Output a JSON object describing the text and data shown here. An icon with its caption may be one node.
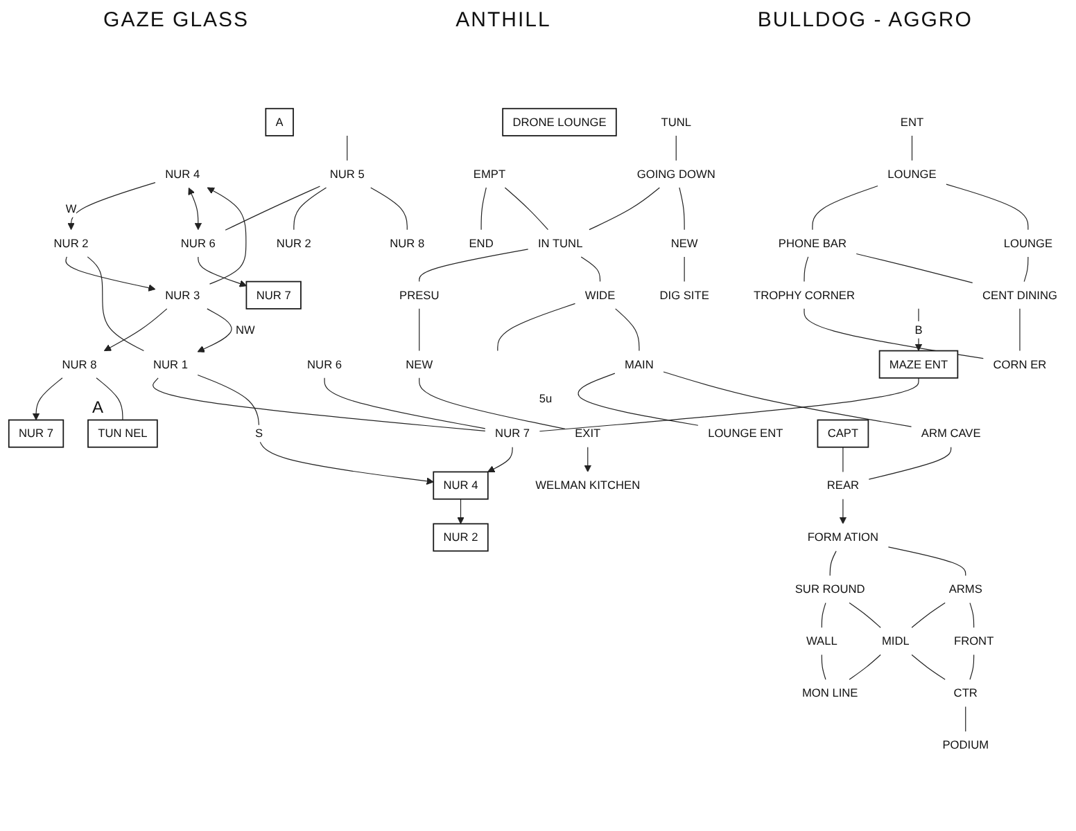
{
  "diagram": {
    "nodes": [
      {
        "text": [
          "NUR 7"
        ]
      },
      {
        "text": [
          "NUR 8"
        ]
      },
      {
        "text": [
          "TUN NEL"
        ],
        "beside": [
          "A"
        ]
      },
      {
        "text": [
          "MAZE ENT"
        ]
      },
      {
        "text": [
          "NUR 6"
        ]
      },
      {
        "text": [
          "NUR 7"
        ]
      },
      {
        "text": [
          "NUR 4"
        ]
      },
      {
        "text": [
          "NUR 3"
        ]
      },
      {
        "text": [
          "NUR 2"
        ]
      },
      {
        "text": [
          "NUR 1"
        ]
      },
      {
        "text": [
          "NUR 4"
        ]
      },
      {
        "text": [
          "NUR 2"
        ]
      },
      {
        "text": [
          "NUR 5"
        ]
      },
      {
        "text": [
          "NUR 6"
        ]
      },
      {
        "text": [
          "NUR 7"
        ]
      },
      {
        "text": [
          "NUR 2"
        ]
      },
      {
        "text": [
          "NUR 8"
        ]
      },
      {
        "text": [
          "A"
        ]
      },
      {
        "text": [
          "EMPT"
        ]
      },
      {
        "text": [
          "END"
        ]
      },
      {
        "text": [
          "WELMAN KITCHEN"
        ]
      },
      {
        "text": [
          "TUNL"
        ]
      },
      {
        "text": [
          "GOING DOWN"
        ]
      },
      {
        "text": [
          "IN TUNL"
        ]
      },
      {
        "text": [
          "PRESU"
        ]
      },
      {
        "text": [
          "NEW"
        ]
      },
      {
        "text": [
          "EXIT"
        ]
      },
      {
        "text": [
          "NEW"
        ]
      },
      {
        "text": [
          "WIDE"
        ]
      },
      {
        "text": [
          "DIG SITE"
        ]
      },
      {
        "text": [
          "MAIN"
        ]
      },
      {
        "text": [
          "LOUNGE ENT"
        ]
      },
      {
        "text": [
          "ARM CAVE"
        ]
      },
      {
        "text": [
          "DRONE LOUNGE"
        ]
      },
      {
        "text": [
          "CAPT"
        ]
      },
      {
        "text": [
          "REAR"
        ]
      },
      {
        "text": [
          "FORM ATION"
        ]
      },
      {
        "text": [
          "SUR ROUND"
        ]
      },
      {
        "text": [
          "WALL"
        ]
      },
      {
        "text": [
          "ARMS"
        ]
      },
      {
        "text": [
          "MIDL"
        ]
      },
      {
        "text": [
          "MON LINE"
        ]
      },
      {
        "text": [
          "FRONT"
        ]
      },
      {
        "text": [
          "CTR"
        ]
      },
      {
        "text": [
          "PODIUM"
        ]
      },
      {
        "text": [
          "ENT"
        ]
      },
      {
        "text": [
          "PHONE BAR"
        ]
      },
      {
        "text": [
          "TROPHY CORNER"
        ]
      },
      {
        "text": [
          "LOUNGE"
        ]
      },
      {
        "text": [
          "LOUNGE"
        ]
      },
      {
        "text": [
          "CENT DINING"
        ]
      },
      {
        "text": [
          "CORN ER"
        ]
      }
    ],
    "edges": [
      {
        "from": null,
        "to": 3,
        "arrow": "to",
        "label": "B"
      },
      {
        "from": 1,
        "to": 0,
        "arrow": "to"
      },
      {
        "from": 1,
        "to": 2,
        "arrow": "none"
      },
      {
        "from": 7,
        "to": 1,
        "arrow": "to"
      },
      {
        "from": 6,
        "to": 8,
        "arrow": "to",
        "label": "W"
      },
      {
        "from": 7,
        "to": 6,
        "arrow": "to"
      },
      {
        "from": 8,
        "to": 7,
        "arrow": "to"
      },
      {
        "from": 8,
        "to": 9,
        "arrow": "none"
      },
      {
        "from": 7,
        "to": 9,
        "arrow": "to",
        "label": "NW"
      },
      {
        "from": 3,
        "to": 5,
        "arrow": "none"
      },
      {
        "from": 4,
        "to": 5,
        "arrow": "none"
      },
      {
        "from": 9,
        "to": 5,
        "arrow": "none"
      },
      {
        "from": 5,
        "to": 10,
        "arrow": "to"
      },
      {
        "from": 10,
        "to": 11,
        "arrow": "to"
      },
      {
        "from": 9,
        "to": 10,
        "arrow": "to",
        "label": "S"
      },
      {
        "from": 6,
        "to": 13,
        "arrow": "both"
      },
      {
        "from": null,
        "to": 12,
        "arrow": "none"
      },
      {
        "from": 12,
        "to": 13,
        "arrow": "none"
      },
      {
        "from": 13,
        "to": 14,
        "arrow": "to"
      },
      {
        "from": 12,
        "to": 15,
        "arrow": "none"
      },
      {
        "from": 12,
        "to": 16,
        "arrow": "none"
      },
      {
        "from": 18,
        "to": 19,
        "arrow": "none"
      },
      {
        "from": 18,
        "to": 23,
        "arrow": "none"
      },
      {
        "from": 21,
        "to": 22,
        "arrow": "none"
      },
      {
        "from": 22,
        "to": 23,
        "arrow": "none"
      },
      {
        "from": 23,
        "to": 24,
        "arrow": "none"
      },
      {
        "from": 24,
        "to": 25,
        "arrow": "none"
      },
      {
        "from": 25,
        "to": 26,
        "arrow": "none"
      },
      {
        "from": 26,
        "to": 20,
        "arrow": "to"
      },
      {
        "from": 22,
        "to": 27,
        "arrow": "none"
      },
      {
        "from": 27,
        "to": 29,
        "arrow": "none"
      },
      {
        "from": 23,
        "to": 28,
        "arrow": "none"
      },
      {
        "from": 28,
        "to": null,
        "arrow": "none"
      },
      {
        "from": 28,
        "to": 30,
        "arrow": "none"
      },
      {
        "from": 30,
        "to": 31,
        "arrow": "none",
        "label": "5u"
      },
      {
        "from": 30,
        "to": 32,
        "arrow": "none"
      },
      {
        "from": 32,
        "to": 35,
        "arrow": "none"
      },
      {
        "from": 34,
        "to": 35,
        "arrow": "none"
      },
      {
        "from": 35,
        "to": 36,
        "arrow": "to"
      },
      {
        "from": 36,
        "to": 37,
        "arrow": "none"
      },
      {
        "from": 37,
        "to": 38,
        "arrow": "none"
      },
      {
        "from": 36,
        "to": 39,
        "arrow": "none"
      },
      {
        "from": 37,
        "to": 40,
        "arrow": "none"
      },
      {
        "from": 38,
        "to": 41,
        "arrow": "none"
      },
      {
        "from": 39,
        "to": 40,
        "arrow": "none"
      },
      {
        "from": 40,
        "to": 41,
        "arrow": "none"
      },
      {
        "from": 39,
        "to": 42,
        "arrow": "none"
      },
      {
        "from": 42,
        "to": 43,
        "arrow": "none"
      },
      {
        "from": 40,
        "to": 43,
        "arrow": "none"
      },
      {
        "from": 43,
        "to": 44,
        "arrow": "none"
      },
      {
        "from": 45,
        "to": 48,
        "arrow": "none"
      },
      {
        "from": 48,
        "to": 46,
        "arrow": "none"
      },
      {
        "from": 46,
        "to": 47,
        "arrow": "none"
      },
      {
        "from": 47,
        "to": 51,
        "arrow": "none"
      },
      {
        "from": 48,
        "to": 49,
        "arrow": "none"
      },
      {
        "from": 46,
        "to": 50,
        "arrow": "none"
      },
      {
        "from": 49,
        "to": 50,
        "arrow": "none"
      },
      {
        "from": 50,
        "to": 51,
        "arrow": "none"
      }
    ],
    "labels": [
      "GAZE GLASS",
      "ANTHILL",
      "BULLDOG - AGGRO"
    ]
  }
}
